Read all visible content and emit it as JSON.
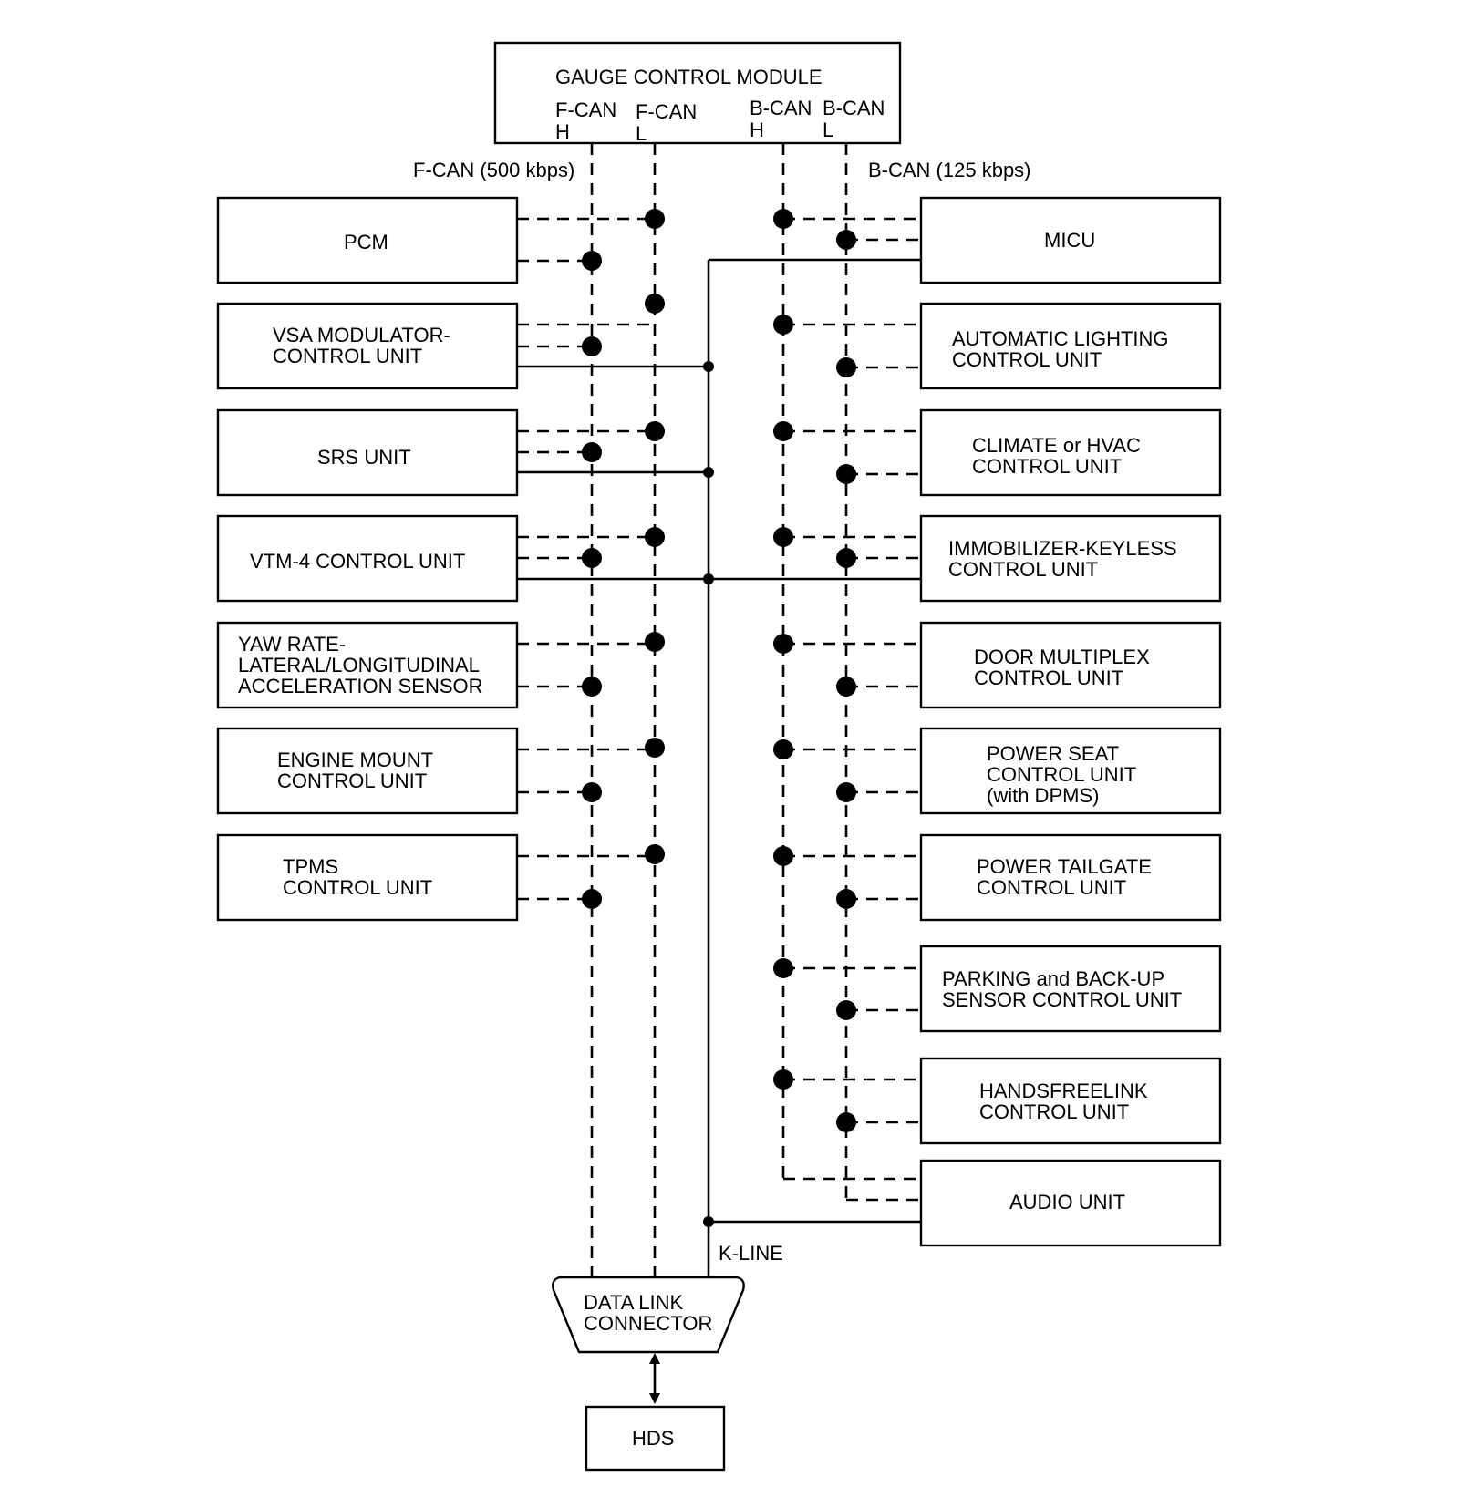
{
  "gauge_module": {
    "title": "GAUGE CONTROL MODULE",
    "pins": [
      {
        "line1": "F-CAN",
        "line2": "H"
      },
      {
        "line1": "F-CAN",
        "line2": "L"
      },
      {
        "line1": "B-CAN",
        "line2": "H"
      },
      {
        "line1": "B-CAN",
        "line2": "L"
      }
    ]
  },
  "bus_labels": {
    "fcan": "F-CAN (500 kbps)",
    "bcan": "B-CAN (125 kbps)",
    "kline": "K-LINE"
  },
  "left_units": [
    {
      "lines": [
        "PCM"
      ]
    },
    {
      "lines": [
        "VSA MODULATOR-",
        "CONTROL UNIT"
      ]
    },
    {
      "lines": [
        "SRS UNIT"
      ]
    },
    {
      "lines": [
        "VTM-4 CONTROL UNIT"
      ]
    },
    {
      "lines": [
        "YAW RATE-",
        "LATERAL/LONGITUDINAL",
        "ACCELERATION SENSOR"
      ]
    },
    {
      "lines": [
        "ENGINE MOUNT",
        "CONTROL UNIT"
      ]
    },
    {
      "lines": [
        "TPMS",
        "CONTROL UNIT"
      ]
    }
  ],
  "right_units": [
    {
      "lines": [
        "MICU"
      ]
    },
    {
      "lines": [
        "AUTOMATIC LIGHTING",
        "CONTROL UNIT"
      ]
    },
    {
      "lines": [
        "CLIMATE or HVAC",
        "CONTROL UNIT"
      ]
    },
    {
      "lines": [
        "IMMOBILIZER-KEYLESS",
        "CONTROL UNIT"
      ]
    },
    {
      "lines": [
        "DOOR MULTIPLEX",
        "CONTROL UNIT"
      ]
    },
    {
      "lines": [
        "POWER SEAT",
        "CONTROL UNIT",
        "(with DPMS)"
      ]
    },
    {
      "lines": [
        "POWER TAILGATE",
        "CONTROL UNIT"
      ]
    },
    {
      "lines": [
        "PARKING and BACK-UP",
        "SENSOR CONTROL UNIT"
      ]
    },
    {
      "lines": [
        "HANDSFREELINK",
        "CONTROL UNIT"
      ]
    },
    {
      "lines": [
        "AUDIO UNIT"
      ]
    }
  ],
  "connector": {
    "lines": [
      "DATA LINK",
      "CONNECTOR"
    ]
  },
  "hds": {
    "label": "HDS"
  }
}
